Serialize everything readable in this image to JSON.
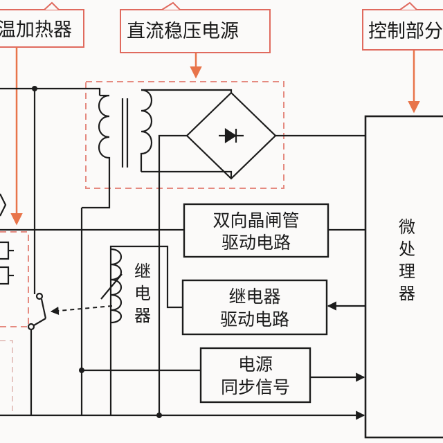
{
  "callouts": {
    "heater": "温加热器",
    "dc_supply": "直流稳压电源",
    "control": "控制部分"
  },
  "blocks": {
    "triac_driver": {
      "line1": "双向晶闸管",
      "line2": "驱动电路"
    },
    "relay_driver": {
      "line1": "继电器",
      "line2": "驱动电路"
    },
    "sync_signal": {
      "line1": "电源",
      "line2": "同步信号"
    }
  },
  "microprocessor": [
    "微",
    "处",
    "理",
    "器"
  ],
  "relay_label": [
    "继",
    "电",
    "器"
  ],
  "colors": {
    "callout_border": "#e06a5e",
    "callout_arrow": "#e8744a",
    "dashed_box": "#e58a80",
    "line": "#1c1c1c"
  }
}
